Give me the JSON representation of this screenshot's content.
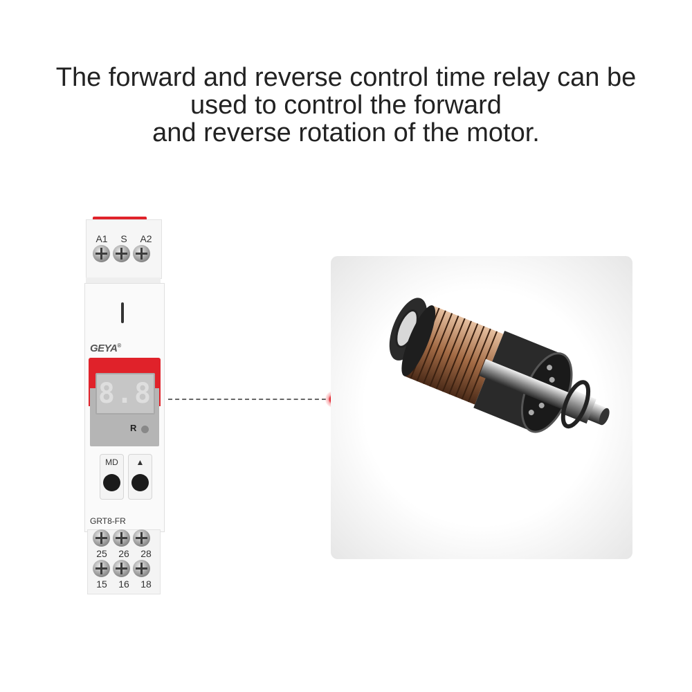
{
  "headline": {
    "line1": "The forward and reverse control time relay can be",
    "line2": "used to control the forward",
    "line3": "and reverse rotation of the motor."
  },
  "relay": {
    "top_terminals": [
      "A1",
      "S",
      "A2"
    ],
    "brand": "GEYA",
    "brand_mark": "®",
    "display_digits": "8.8",
    "indicator_label": "R",
    "button_md_label": "MD",
    "button_up_label": "▲",
    "model": "GRT8-FR",
    "bottom_terminals_row1": [
      "25",
      "26",
      "28"
    ],
    "bottom_terminals_row2": [
      "15",
      "16",
      "18"
    ]
  },
  "colors": {
    "accent_red": "#e0222a",
    "text": "#222222",
    "copper": "#b57a52"
  },
  "motor_image": {
    "subject": "motor-rotor-armature"
  }
}
